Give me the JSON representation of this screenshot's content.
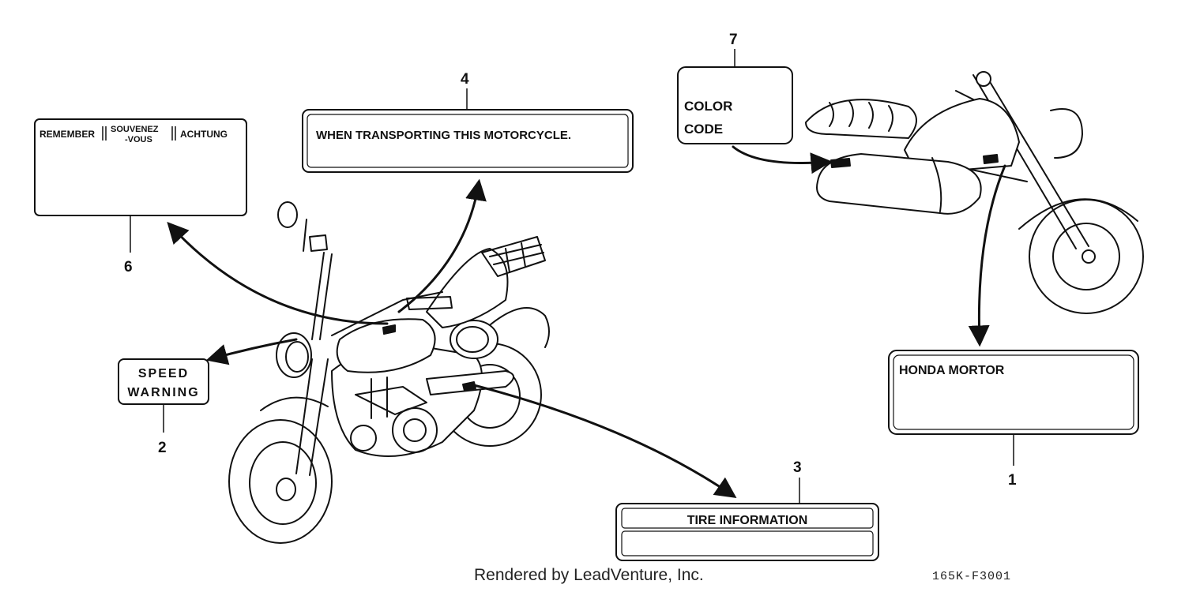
{
  "labels": {
    "remember": {
      "number": "6",
      "lines": [
        "REMEMBER",
        "SOUVENEZ",
        "-VOUS",
        "ACHTUNG"
      ]
    },
    "transport": {
      "number": "4",
      "text": "WHEN TRANSPORTING THIS MOTORCYCLE."
    },
    "color_code": {
      "number": "7",
      "lines": [
        "COLOR",
        "CODE"
      ]
    },
    "speed_warning": {
      "number": "2",
      "lines": [
        "SPEED",
        "WARNING"
      ]
    },
    "honda_motor": {
      "number": "1",
      "text": "HONDA MORTOR"
    },
    "tire_info": {
      "number": "3",
      "text": "TIRE  INFORMATION"
    }
  },
  "footer": {
    "credit": "Rendered by LeadVenture, Inc.",
    "drawing_number": "165K-F3001"
  }
}
